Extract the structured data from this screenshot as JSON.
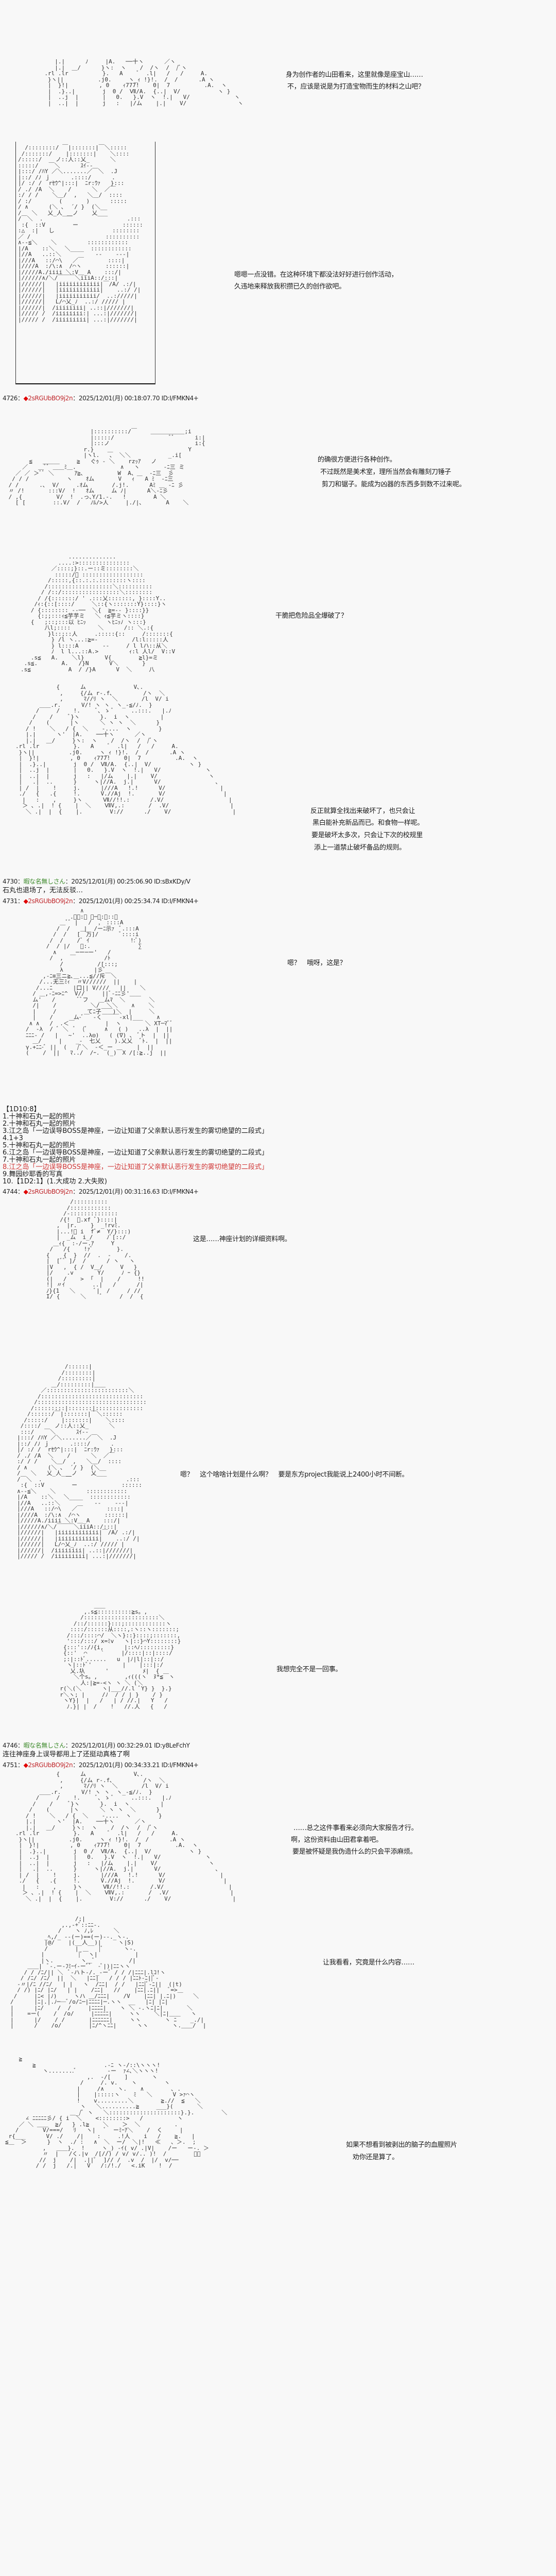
{
  "colors": {
    "background": "#f8f8f8",
    "author_trip": "#c0282c",
    "anonymous_name": "#3d8a2b",
    "dice_result": "#d03535"
  },
  "captions": [
    [
      "身为创作者的山田看来，这里就像是座宝山……",
      "不，应该是说是为打造宝物而生的材料之山吧？"
    ],
    [
      "嗯嗯一点没错。在这种环境下都没法好好进行创作活动，",
      "久违地来释放我积攒已久的创作欲吧。"
    ],
    [
      "的确很方便进行各种创作。",
      "不过既然是美术室，理所当然会有雕刻刀锤子",
      "剪刀和锯子。能成为凶器的东西多到数不过来呢。"
    ],
    [
      "干脆把危险品全爆破了？"
    ],
    [
      "反正就算全找出来破坏了，也只会让",
      "黑白能补充新品而已。和食物一样呢。",
      "要是破坏太多次，只会让下次的校规里",
      "添上一道禁止破坏备品的规则。"
    ],
    [
      "嗯？　哦呀，这是？"
    ],
    [
      "这是……神座计划的详细资料啊。"
    ],
    [
      "嗯？　这个啥啥计划是什么啊？　要是东方project我能说上2400小时不间断。"
    ],
    [
      "我想完全不是一回事。"
    ],
    [
      "……总之这件事看来必须向大家报告才行。",
      "啊，这份资料由山田君拿着吧。",
      "要是被怀疑是我伪造什么的只会平添麻烦。"
    ],
    [
      "让我看看，究竟是什么内容……"
    ],
    [
      "如果不想看到被剥出的脑子的血腥照片",
      "劝你还是算了。"
    ]
  ],
  "posts": [
    {
      "number": "4726",
      "name": "◆2sRGUbBO9j2n",
      "sep": "：",
      "date": "2025/12/01(月) 00:18:07.70",
      "id": "ID:I/FMKN4+"
    },
    {
      "number": "4730",
      "name": "暇な名無しさん",
      "sep": "：",
      "date": "2025/12/01(月) 00:25:06.90",
      "id": "ID:sBxKDy/V",
      "body": "石丸也退场了，无法反驳…"
    },
    {
      "number": "4731",
      "name": "◆2sRGUbBO9j2n",
      "sep": "：",
      "date": "2025/12/01(月) 00:25:34.74",
      "id": "ID:I/FMKN4+"
    },
    {
      "number": "4744",
      "name": "◆2sRGUbBO9j2n",
      "sep": "：",
      "date": "2025/12/01(月) 00:31:16.63",
      "id": "ID:I/FMKN4+"
    },
    {
      "number": "4746",
      "name": "暇な名無しさん",
      "sep": "：",
      "date": "2025/12/01(月) 00:32:29.01",
      "id": "ID:y8LeFchY",
      "body": "连往神座身上误导都用上了还挺动真格了啊"
    },
    {
      "number": "4751",
      "name": "◆2sRGUbBO9j2n",
      "sep": "：",
      "date": "2025/12/01(月) 00:34:33.21",
      "id": "ID:I/FMKN4+"
    }
  ],
  "dice": {
    "title": "【1D10:8】",
    "options": [
      "1.十神和石丸一起的照片",
      "2.十神和石丸一起的照片",
      "3.江之岛「一边误导BOSS是神座，一边让知道了父亲默认恶行发生的雾切绝望的二段式」",
      "4.1+3",
      "5.十神和石丸一起的照片",
      "6.江之岛「一边误导BOSS是神座，一边让知道了父亲默认恶行发生的雾切绝望的二段式」",
      "7.十神和石丸一起的照片",
      "8.江之岛「一边误导BOSS是神座，一边让知道了父亲默认恶行发生的雾切绝望的二段式」",
      "9.舞园纱耶香的写真",
      "10.【1D2:1】(1.大成功  2.大失败)"
    ],
    "selected": 8
  },
  "ascii_art": {
    "f1": [
      "          |.|      ﾉ     |A.   ──十ヽ      ／ヽ",
      "          |.|  ＿/      }ヽ:  ヽ    /  /ヽ  /  /ﾞヽ",
      "       .rl .lr          }.   A    ﾞ  .l|   /   /     A.",
      "        }ヽ||          .j0.     ヽ_ｨ !}!.  /  /      .A ヽ",
      "        |  }!|         , 0    ｨ777!    0|  7          .A.  ヽ",
      "        |  .}..|        j  0 /  Ⅶ/A.  {..|  V/           ヽ }",
      "        |  ..j  |       |   0.   }.V  ヽ  !.|   V/             ヽ",
      "        |  ..|  |       j   :   |/ム    |.|    V/               ヽ"
    ],
    "f2": [
      "  /::::::::/ ￣|:::::::|￣＼:::::",
      " /:::::::/    |:::::::|    ＼::::",
      "/:::::/    ノ::人::乂_      ＼",
      ":::::/   ￣＼      ｽｲ--",
      "|:::/ /ﾊY ／＼.......／￣＼  .J",
      "|::/ /ﾉ ｊ      .::::/      .",
      "|/ :/ /  rｾｳ^|:::|  ﾆr:ｳｧ   }:::",
      "/ ./ /A  ＼    /      ＼  ／￣",
      ":/ / /    ＼＿/  ,   ＼＿/  ::::",
      "/ :/        (       )      :::::",
      "/ ∧      (＼ ､  ´/ }  (＼__",
      "/   ＼   乂_人___ノ    乂___",
      "/￣＼  .       ￣                .:::",
      " :{  ::V        ー             ::::::",
      ":△  :|   し                 ::::::::",
      "／ /                      ::::::::::",
      "∧--≦＼    ＼         ::::::::::::",
      "|/A    ::＼   ＼____  ::::::::::::",
      "|//A   ..::＼          --    ---|",
      "|///A   ::/⌒\\   ／￣       ::::|",
      "|////A  :/\\:∧  /⌒ヽ       ::::::|",
      "|/////A./iiii ＼:V＿_A    :::/|",
      "|//////∧/＼/￣￣￣＼iiiA::/:::|",
      "|//////|   |iiiiiiiiiiii|￣/A/ .:/|",
      "|//////|   |iiiiiiiiiiii|    ..:/ /|",
      "|//////|   |iiiiiiiiiii/  ..://///|",
      "|//////|   L/⌒乂_ﾉ  ..:/ ///// |",
      "|//////|  /iiiiiiii| ..::|///////|",
      "|///// /  /iiiiiiii:| ...:|///////|",
      "|///// /  /iiiiiiiii| ...:|///////|"
    ],
    "f3": [
      "                         |::::::::::/￣    ＿＿＿＿＿＿;i",
      "                         |:::::/                ﾞﾞ      i:|",
      "                         |:::ノ                         i:{",
      "                       r.}    ＿                      Y",
      "                       |ヽl.   ､  ＼＼           _.i[",
      "       ≦   ＿＿＿     ≧   ぐｩ ‐ ＼    rzｯｱ   ノ",
      "     ／   ＿ﾞﾞ ＿＿ﾐ＿.             ∧   ヽ       ‐ﾆ三 ミ",
      "   ／ ／ ＞ﾞﾞ ＼      ｱ≧､          W  A、＿  ‐ﾆ三  彡",
      "  / / /           ヽ    ｵム       V   ｨ   A ﾐ  ‐ﾆ三",
      " / /      .､  V/     .ｵム       /.j!.      Aﾐ ＿ ‐ﾆ 彡",
      " 〃 /!       :::V/  !   ｵム     ム ﾉ|      A＼‐ﾆ彡",
      " / ,{          V/  !  .っ､Y/1.‐.   !        A ＼",
      "   [ [        ::.V/  /   ﾉﾙ/>人     |./|､       A    ＼"
    ],
    "f4": [
      "              ..............",
      "           ....:>:::::::::::::::",
      "         ／::::;}::.ー::ミ::::::::＼",
      "          :::::/ﾞ ::::::::::::::::::",
      "        /:::::,{::.:.:.::::::::ヽ::::",
      "       /:::::::::::::::::::＼::::::::::",
      "      / /::/:::::::::::::::::＼::::::::",
      "     / /{:::::::/ ' .:::乂:::::::, }::::Y..",
      "    /ｨ:{::[::::/     ＼::{ヽ:::::::Y}::::}ヽ",
      "   / {:::::::: --──  ＼{  ≧=-- }::::}}",
      "     {:;;:::ｨ≦芋芋ミ   ＼ ｨ≦芋ミヽ::::}",
      "   {   ;::;:::以 ﾋﾆｯ      ヽﾋﾆｯﾉ ヽ:::}",
      "       八l;::::        ＼      /:: ＼.:{",
      "        }l::;::人     .:::::{::     /:::::::{",
      "         } /l ヽ...:≧=-          /l:l:::::人",
      "         } l::::A       --     / l lハ::从＼",
      "         ﾉ  l l...::A.>         ｨ:l 人l/  V::V",
      "   .s≦   A.    ＼l}      V{        ≧l}=ミ",
      " .s≦.       A.   /}N      V＼       }",
      ".s≦           A  / /}A      V  ＼     八"
    ],
    "f5": [
      "            {      ム              V､.",
      "             ,     {/ム r-.f､         /ヽ  ＼",
      "             ,      ﾏ//ﾘ ヽ  ＼       /l  V/ i",
      "       ＿＿.r.      V/! ヽ ヽ  ヽ_-≦/ﾉ.  }",
      "      /     /    !.     ﾞ､ ゝ ﾞ     ..:::.   |.ﾉ",
      "     /    /     ﾞ}ヽ      }.  i  ヽ         |",
      "    /    (      |ヽ      ＼ ヽ ヽ  ＼      }",
      "   / !    ＼   / {  ＼    -....  ヽ        }",
      "   |.|      ヽ'  |A.    ──十ヽ      ／ヽ",
      "   |.|   ＿/     }ヽ:  ヽ    /  /ヽ  /  /ﾞヽ",
      ".rl .lr          }.   A    ﾞ  .l|   /   /     A.",
      " }ヽ||          .j0.     ヽ_ｨ !}!.  /  /      .A ヽ",
      " |  }!|         , 0    ｨ777!    0|  7          .A.  ヽ",
      " |  .}..|        j  0 /  Ⅶ/A.  {..|  V/           ヽ }",
      " |  ..j  |       |   0.   }.V  ヽ  !.|   V/             ヽ",
      " |  ..|  |       j   :   |/ム    |.|    V/               ヽ",
      " |   .|  ..      }     ヽ|//A.  j.|      V/                ､",
      " | /  |    !     j.      |///A   !.!      V/                |",
      " ./   {   .{     !.      V.//Aj  !.       V/                 |",
      "  |   :    ,     }ヽ      Ⅶ//!!.:      /.V/                   |",
      "  ＞ ､ .|  ! {    |  ＼    ⅦV,.:       /  .V/                  |",
      "   ＼ .|  |  {    |.        V://      ./    V/                  |"
    ],
    "f6": [
      "                ∧",
      "             .ﾞ｢:ﾞ ー─ー:ﾟ::、",
      "          ＿ﾞﾞ |   /  ,ﾞ ::::A",
      "         /  /    |  /ーﾆ示ｧ  ﾞ.:::A",
      "        /  /   [￣万]/      ﾞ::::i",
      "       /  /    /ﾞ ｲ            !:ﾞ)",
      "      /  / |/   ﾞ:.              ∑",
      "        ∧    ＿─ー─ー'   /",
      "       /  ,            /ﾄ",
      "          /          /[:::;",
      "          λ         |彡ﾞ",
      "     ,-ﾆ≡三ニ≧､＿...≦//斥￣＼",
      "    /...无三ﾐｨ  〃V//////  ||    |",
      "   /...ﾆ      |口|| V////   ||    ＼",
      "  / ＿,-ﾆ=>ﾆ^  V//     ||ﾞ-ﾆﾆ彡'＿＿",
      "  ム'   /       ﾞﾞフ   ＿ムﾏ  ＼       ＼",
      "  /|    /          ＼/  ＼＼    ∧    ＼",
      "  |     /         てﾆ子￣￣)＼  |     ＼",
      "  |    /      ム-ﾞ￣ -く￣￣￣-xl|___    ∧",
      " ∧ ∧   /  .＜￣         |  ヽ       ＼ XT─ﾏﾞﾞ",
      "/  -λ  / ﾞ ＼  ﾞ  (ﾞ     ∧   ( )   ..λ  |  ||",
      "ﾆﾆﾆ- /   |   ~'  ..λ◎)   ( (∇) ､  ﾞト  |  ||",
      "  ＿/     |    _-  七乂    ).乂乂  ﾞﾄ.  |  ||",
      "γ.+ﾆﾆ-ﾞ ||  (   /ﾞ＼  -＜_ー       |  ||",
      "(    /  ||   ﾏ../  /ｰ.  (_)￣X /[:≧..j  ||"
    ],
    "f7": [
      "          /::::::::::",
      "         /::::::::::::",
      "        /-::::::::::::::",
      "       /{!  ﾞ.xf ﾞ}::::|",
      "      ,  |r.    }  _!rvﾐ.",
      "      |...!ﾞ i  fﾞ≠  Y/}:::)",
      "      |  _ム  i_/    ﾉﾞ[::/",
      "     ＿ｨ{  :-/ー.ｱ     Y",
      "    /   /{    !ｧﾞ       }.",
      "   {    {  }  //  .  -    /.",
      "   |  [ﾞﾞ ]/  /      / ヽ   ヽ",
      "   |V   ,  { /  V＿/     V   }",
      "   |/    .v       Y/     ﾉ ｰ {}",
      "   (|   /    >  ｢  |    /     !!",
      "   !| 〃ｲ        ..|   /      /|",
      "   ﾉ}{1   ＼      ﾞ|  /     / //",
      "   I/ {      ＼    ﾞ     /  /  {"
    ],
    "f8": [
      "                   /::::::|",
      "                  /::::::::|",
      "                 /:::::::::|",
      "               ＿/:::::::::|＿＿",
      "            ／::::::::::::::::::::::::＼",
      "           /::::::::::::::::::::::::::::::",
      "          /::::::::::::::::::::::::::::::::",
      "         /:::::::::|:::::::|::::::::::::::",
      "        /::::::/￣|:::::::|￣＼::::::",
      "       /:::::/    |:::::::|    ＼::::",
      "      /::::/    ノ::人::乂_      ＼",
      "      :::/   ￣＼      ｽｲ--",
      "     |:::/ /ﾊY ／＼.......／￣＼  .J",
      "     |::/ /ﾉ ｊ      .::::/      .",
      "     |/ :/ /  rｾｳ^|:::|  ﾆr:ｳｧ   }:::",
      "     / ./ /A  ＼    /      ＼  ／￣",
      "     :/ / /    ＼＿/  ,   ＼＿/  ::::",
      "     / ∧      (＼ ､  ´/ }  (＼__",
      "     /   ＼   乂_人___ノ    乂___",
      "     /￣＼  .       ￣                .:::",
      "      :{  ::V        ー             ::::::",
      "     ∧--≦＼    ＼         ::::::::::::",
      "     |/A    ::＼   ＼____  ::::::::::::",
      "     |//A   ..::＼          --    ---|",
      "     |///A   ::/⌒\\   ／￣       ::::|",
      "     |////A  :/\\:∧  /⌒ヽ       ::::::|",
      "     |/////A./iiii ＼:V＿_A    :::/|",
      "     |//////∧/＼/￣￣￣＼iiiA::/:::|",
      "     |//////|   |iiiiiiiiiiii|￣/A/ .:/|",
      "     |//////|   |iiiiiiiiiiii|    ..:/ /|",
      "     |//////|   L/⌒乂_ﾉ  ..:/ ///// |",
      "     |//////|  /iiiiiiii| ..::|///////|",
      "     |///// /  /iiiiiiiii| ...:|///////|"
    ],
    "f9": [
      "                 ＿＿",
      "              ,.s≦::::::::::≧s。,",
      "             /::::::::::::::::::::::＼",
      "           /::/::::::}:::;::::::::::::ヽ",
      "          ::::/::::::从::::,:ヽ::ヽ:::::::;",
      "         /:::/::::⌒/  ＼ヽ}::}::::;:::::::,",
      "         ':::/:::/ x=ﾐv   ヽ|::}⌒Y::::::::}",
      "        {:::'::/ﾉ{i,      |::ﾍﾉ:::::::::}",
      "        {::'  ⌒    `     |/::::|::|::::/",
      "        ;:|::ﾄﾞ......   u  |ﾉ|l|::|::/",
      "         ヽ|::ﾄﾞ'         |    |:::|:/",
      "          乂.圦      '          ﾒ|  {",
      "           ＼个s。,        ,ｨ(((ヽ  ﾇ*≦￣ヽ",
      "             人:|≧=-<ヽ ヽ ＼ (＼",
      "       r(＼(＼      ヽ|___//.l ﾞY} }  }.}",
      "       r＼ヽ; |     /ﾉ  / / | }    / }",
      "        ヽY}|  |   /   | / //.|   Y   /",
      "         ﾉ.}| |  /    !   //.人   {   /"
    ],
    "f10": [
      "                   /;|",
      "               ,.,-+ﾞ::ﾆﾆ-.",
      "              /    ヽ ﾉ,ﾚ      ＼",
      "          _ﾍ,/_ --(ー)==(ー)--._ヽ-.",
      "          |@/    |(__人__)|     ヽ|S)",
      "          /        |      |ﾞ      ヽ-.",
      "         |          |ﾞ￣ヽ|           |",
      "         |ヽ.        ヽ＿ﾞ          /|",
      "     ＿＿|  ﾞ-.ー-ﾌﾐｰｲ-ーﾞﾞ  -ﾞ|)|ﾆﾆヽヽ",
      "    / / /ﾆ/|| ＼  ﾞ-ハト-/._-ーﾞ / / /|ﾆﾆﾆ|.lｺ!ヽ",
      "   / /ﾆ/ /ﾆ/  ||  ＼   |ﾆﾆ|   / / / |ﾆﾆﾄ-ﾆ||ﾞ-",
      "  -〃|/ﾆ //ﾆ/   | |   ヽ  /ﾆﾆ|  / /   |ﾆﾆ|ﾞ-ﾆ||  (|t)",
      "  / /) |ﾆ/ |ﾆ/   | |    /ﾆﾆ|   //    |ﾆﾆ|.ﾆ||   ﾞ=>＿",
      " /     |ﾆ< |ﾉ)     ヽハ ＿/ﾆﾆﾆ|    /V    |ﾆﾆ| |.ﾆ|)     ＼",
      "/      |ﾆ|.|.ﾉ──ﾞ/o/ﾆ─|ﾆﾆﾆﾆ|─.ヽヽ  __   |ﾆ| |ﾆ|",
      "|      |ﾆ/    /  /     |ﾆﾆﾆﾆ|    ヽ ＼ ‐.ヽﾆ|ﾆ|       ＼",
      "|    =ー(    /  /o/     |ﾆﾆﾆﾆﾆ|     ヽヽ    ＼|ﾆ|＿＿   ヽ",
      "|      |/    / /       |ﾆﾆﾆﾆﾆﾆ|     ヽヽ       ヽ ﾆ    _./|",
      "|      /    /o/        |ﾆ/^ヽﾆﾆ|      ヽヽ       ヽ.＿＿/  |"
    ],
    "f11": [
      "    ≧",
      "        ≧                    .-ﾆ ヽ-/::\\ヽヽヽ!",
      "           ヽ........ﾞ         -ー  ｧ∠､＼ヽヽヽ!",
      "                        ,.  -/[    ]       ヽ",
      "                      /     /. v.    ヽ        ヽ",
      "                     |     /∧    ヽ.    ∧        ､ .",
      "                     |    |:::::ヽ    ﾐ   ＼      V >ｧ⌒ヽ",
      "                     !    v.........＼        ≧.//  ≦   ＼",
      "                      ヽ   ＼..........≧     ___}(       ＼",
      "                   ＿_/ﾞ ヽ   ＼:::::::::::::::::::::}.}.        ＼",
      "      ∠ ﾆﾆﾆﾆﾆ彡/ { i  ＼    <::::::::>   /          ヽ",
      "    ／ ＼ ＿＿  ≧/   } .l≧    ＼    ＞  ＼          .",
      "   /       V/===/   ﾘ   ヽ|   ﾞ  ーﾐｰｱ＼    /  く     |",
      " r{___      V/ ./    /|    :     .!人    i   /    ≧.   |",
      "≦＿  ＞      }  ヽ  ./ :   ∧  ＼  ー/  ＼|!   ≪   、＞.  ;",
      "           ,   ＿＿}.  !     ヽ_) -ｲ( v/ .|V|    /ー   ー-. ＞",
      "           〃  |   /く.|v  /[//) / v/ v/.. )!  /        ﾞﾞ",
      "          //  j    /|  .||ﾟ  ]// /  .v  /  |/  v/──",
      "         / /  j   /.|   V   /:/!./   <.iK    !  /"
    ],
    "f0": []
  }
}
